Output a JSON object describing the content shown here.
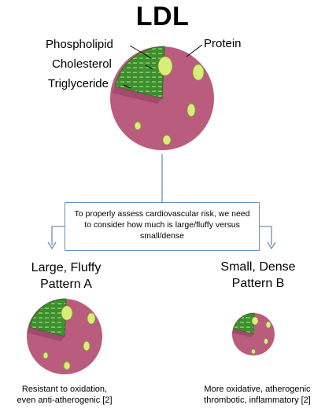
{
  "title": "LDL",
  "labels": {
    "phospholipid": "Phospholipid",
    "cholesterol": "Cholesterol",
    "triglyceride": "Triglyceride",
    "protein": "Protein"
  },
  "callout": "To properly assess cardiovascular risk, we need to consider how much is large/fluffy versus small/dense",
  "pattern_a": {
    "line1": "Large, Fluffy",
    "line2": "Pattern A",
    "desc1": "Resistant to oxidation,",
    "desc2": "even anti-atherogenic [2]"
  },
  "pattern_b": {
    "line1": "Small, Dense",
    "line2": "Pattern B",
    "desc1": "More oxidative, atherogenic",
    "desc2": "thrombotic, inflammatory [2]"
  },
  "colors": {
    "shell": "#c9708f",
    "core": "#4ea33a",
    "protein": "#d9ee78",
    "arrow": "#6d8fb6"
  }
}
